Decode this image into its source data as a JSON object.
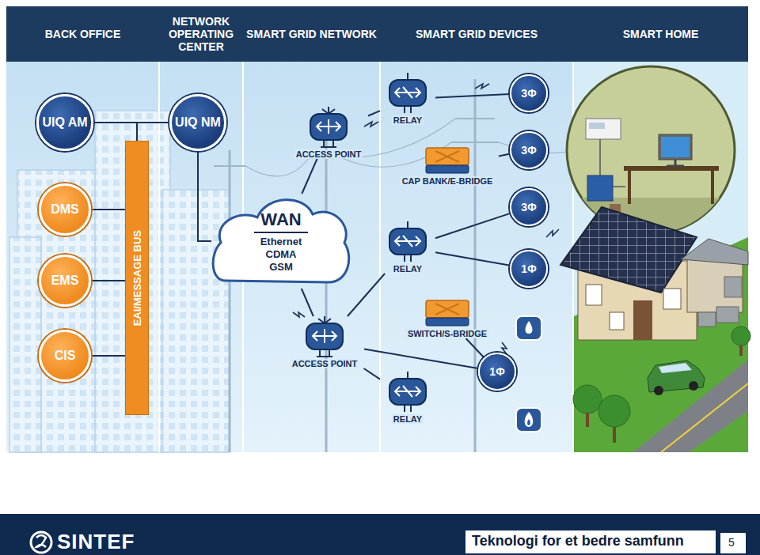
{
  "diagram": {
    "nodes": [
      {
        "text": [
          "BACK OFFICE"
        ]
      },
      {
        "text": [
          "NETWORK OPERATING CENTER"
        ]
      },
      {
        "text": [
          "SMART GRID NETWORK"
        ]
      },
      {
        "text": [
          "SMART GRID DEVICES"
        ]
      },
      {
        "text": [
          "SMART HOME"
        ]
      },
      {
        "text": [
          "UIQ AM"
        ]
      },
      {
        "text": [
          "UIQ NM"
        ]
      },
      {
        "text": [
          "DMS"
        ]
      },
      {
        "text": [
          "EMS"
        ]
      },
      {
        "text": [
          "CIS"
        ]
      },
      {
        "text": [
          "EAI/MESSAGE BUS"
        ]
      },
      {
        "text": [
          "WAN",
          "Ethernet CDMA GSM"
        ]
      },
      {
        "text": [
          "ACCESS POINT"
        ]
      },
      {
        "text": [
          "RELAY"
        ]
      },
      {
        "text": [
          "CAP BANK/E-BRIDGE"
        ]
      },
      {
        "text": [
          "3Φ"
        ]
      },
      {
        "text": [
          "3Φ"
        ]
      },
      {
        "text": [
          "3Φ"
        ]
      },
      {
        "text": [
          "RELAY"
        ]
      },
      {
        "text": [
          "SWITCH/S-BRIDGE"
        ]
      },
      {
        "text": [
          "1Φ"
        ]
      },
      {
        "text": [
          "ACCESS POINT"
        ]
      },
      {
        "text": [
          "1Φ"
        ]
      },
      {
        "text": [
          "RELAY"
        ]
      }
    ],
    "edges": [
      {
        "from": 5,
        "to": 6,
        "arrow": "none"
      },
      {
        "from": 5,
        "to": 10,
        "arrow": "none"
      },
      {
        "from": 7,
        "to": 10,
        "arrow": "none"
      },
      {
        "from": 8,
        "to": 10,
        "arrow": "none"
      },
      {
        "from": 9,
        "to": 10,
        "arrow": "none"
      },
      {
        "from": 6,
        "to": 11,
        "arrow": "none"
      },
      {
        "from": 11,
        "to": 12,
        "arrow": "none"
      },
      {
        "from": 11,
        "to": 21,
        "arrow": "none"
      },
      {
        "from": 12,
        "to": 13,
        "arrow": "none"
      },
      {
        "from": 13,
        "to": 15,
        "arrow": "none"
      },
      {
        "from": 14,
        "to": 16,
        "arrow": "none"
      },
      {
        "from": 21,
        "to": 18,
        "arrow": "none"
      },
      {
        "from": 18,
        "to": 17,
        "arrow": "none"
      },
      {
        "from": 18,
        "to": 20,
        "arrow": "none"
      },
      {
        "from": 19,
        "to": 22,
        "arrow": "none"
      },
      {
        "from": 21,
        "to": 22,
        "arrow": "none"
      },
      {
        "from": 21,
        "to": 23,
        "arrow": "none"
      }
    ],
    "labels": [
      "SINTEF",
      "Teknologi for et bedre samfunn",
      "5"
    ]
  }
}
